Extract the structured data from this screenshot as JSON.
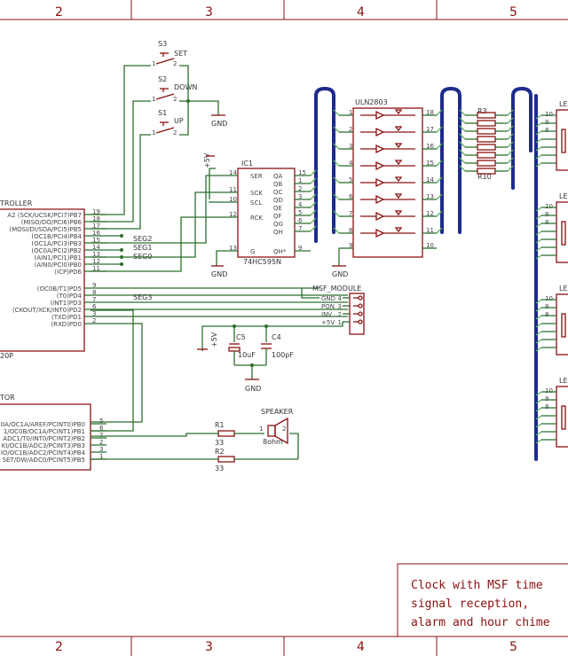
{
  "frame": {
    "columns": [
      "2",
      "3",
      "4",
      "5"
    ]
  },
  "switches": [
    {
      "ref": "S3",
      "label": "SET",
      "pin1": "1",
      "pin2": "2"
    },
    {
      "ref": "S2",
      "label": "DOWN",
      "pin1": "1",
      "pin2": "2"
    },
    {
      "ref": "S1",
      "label": "UP",
      "pin1": "1",
      "pin2": "2"
    }
  ],
  "gnd_label": "GND",
  "vcc_label": "+5V",
  "mcu1": {
    "title_fragment": "TROLLER",
    "bottom_fragment": "20P",
    "pins": [
      {
        "name": "A2 (SCK/UCSK/PCI7)PB7",
        "num": "19"
      },
      {
        "name": "(MISO/DO/PCI6)PB6",
        "num": "18"
      },
      {
        "name": "(MOSI/DI/SDA/PCI5)PB5",
        "num": "17"
      },
      {
        "name": "(OC1B/PCI4)PB4",
        "num": "16"
      },
      {
        "name": "(OC1A/PCI3)PB3",
        "num": "15"
      },
      {
        "name": "(OC0A/PCI2)PB2",
        "num": "14"
      },
      {
        "name": "(AIN1/PCI1)PB1",
        "num": "13"
      },
      {
        "name": "(AIN0/PCI0)PB0",
        "num": "12"
      },
      {
        "name": "(ICP)PD6",
        "num": "11"
      },
      {
        "name": "(OC0B/T1)PD5",
        "num": "9"
      },
      {
        "name": "(T0)PD4",
        "num": "8"
      },
      {
        "name": "(INT1)PD3",
        "num": "7"
      },
      {
        "name": "(CKOUT/XCK/INT0)PD2",
        "num": "6"
      },
      {
        "name": "(TXD)PD1",
        "num": "3"
      },
      {
        "name": "(RXD)PD0",
        "num": "2"
      }
    ]
  },
  "seg_labels": [
    "SEG2",
    "SEG1",
    "SEG0",
    "SEG3"
  ],
  "mcu2": {
    "title_fragment": "TOR",
    "pins": [
      {
        "name": "0A/OC1A/AREF/PCINT0)PB0",
        "num": "5"
      },
      {
        "name": "1/OC0B/OC1A/PCINT1)PB1",
        "num": "6"
      },
      {
        "name": "ADC1/T0/INT0/PCINT2)PB2",
        "num": "7"
      },
      {
        "name": "KI/OC1B/ADC3/PCINT3)PB3",
        "num": "2"
      },
      {
        "name": "IO/OC1B/ADC2/PCINT4)PB4",
        "num": "3"
      },
      {
        "name": "SET/DW/ADC0/PCINT5)PB5",
        "num": "1"
      }
    ]
  },
  "ic1": {
    "ref": "IC1",
    "part": "74HC595N",
    "left_pins": [
      {
        "name": "SER",
        "num": "14"
      },
      {
        "name": "SCK",
        "num": "11"
      },
      {
        "name": "SCL",
        "num": "10"
      },
      {
        "name": "RCK",
        "num": "12"
      },
      {
        "name": "G",
        "num": "13"
      }
    ],
    "right_pins": [
      {
        "name": "QA",
        "num": "15"
      },
      {
        "name": "QB",
        "num": "1"
      },
      {
        "name": "QC",
        "num": "2"
      },
      {
        "name": "QD",
        "num": "3"
      },
      {
        "name": "QE",
        "num": "4"
      },
      {
        "name": "QF",
        "num": "5"
      },
      {
        "name": "QG",
        "num": "6"
      },
      {
        "name": "QH",
        "num": "7"
      },
      {
        "name": "QH*",
        "num": "9"
      }
    ]
  },
  "uln": {
    "ref": "ULN2803",
    "left_nums": [
      "1",
      "2",
      "3",
      "4",
      "5",
      "6",
      "7",
      "8",
      "9"
    ],
    "right_nums": [
      "18",
      "17",
      "16",
      "15",
      "14",
      "13",
      "12",
      "11",
      "10"
    ]
  },
  "resistor_array": {
    "top": "R3",
    "bottom": "R10"
  },
  "msf": {
    "ref": "MSF_MODULE",
    "pins": [
      {
        "name": "GND",
        "num": "4"
      },
      {
        "name": "PON",
        "num": "3"
      },
      {
        "name": "INV",
        "num": "2"
      },
      {
        "name": "+5V",
        "num": "1"
      }
    ]
  },
  "caps": [
    {
      "ref": "C5",
      "value": "10uF"
    },
    {
      "ref": "C4",
      "value": "100pF"
    }
  ],
  "resistors": [
    {
      "ref": "R1",
      "value": "33"
    },
    {
      "ref": "R2",
      "value": "33"
    }
  ],
  "speaker": {
    "ref": "SPEAKER",
    "value": "8ohm",
    "pin1": "1",
    "pin2": "2"
  },
  "leds": [
    {
      "label": "LE",
      "nums": [
        "10",
        "9",
        "8"
      ]
    },
    {
      "label": "LE",
      "nums": [
        "10",
        "9",
        "8"
      ]
    },
    {
      "label": "LE",
      "nums": [
        "10",
        "9",
        "8"
      ]
    },
    {
      "label": "LE",
      "nums": [
        "10",
        "9",
        "8"
      ]
    }
  ],
  "title_block": {
    "lines": [
      "Clock with MSF time",
      "signal reception,",
      "alarm and hour chime"
    ]
  }
}
